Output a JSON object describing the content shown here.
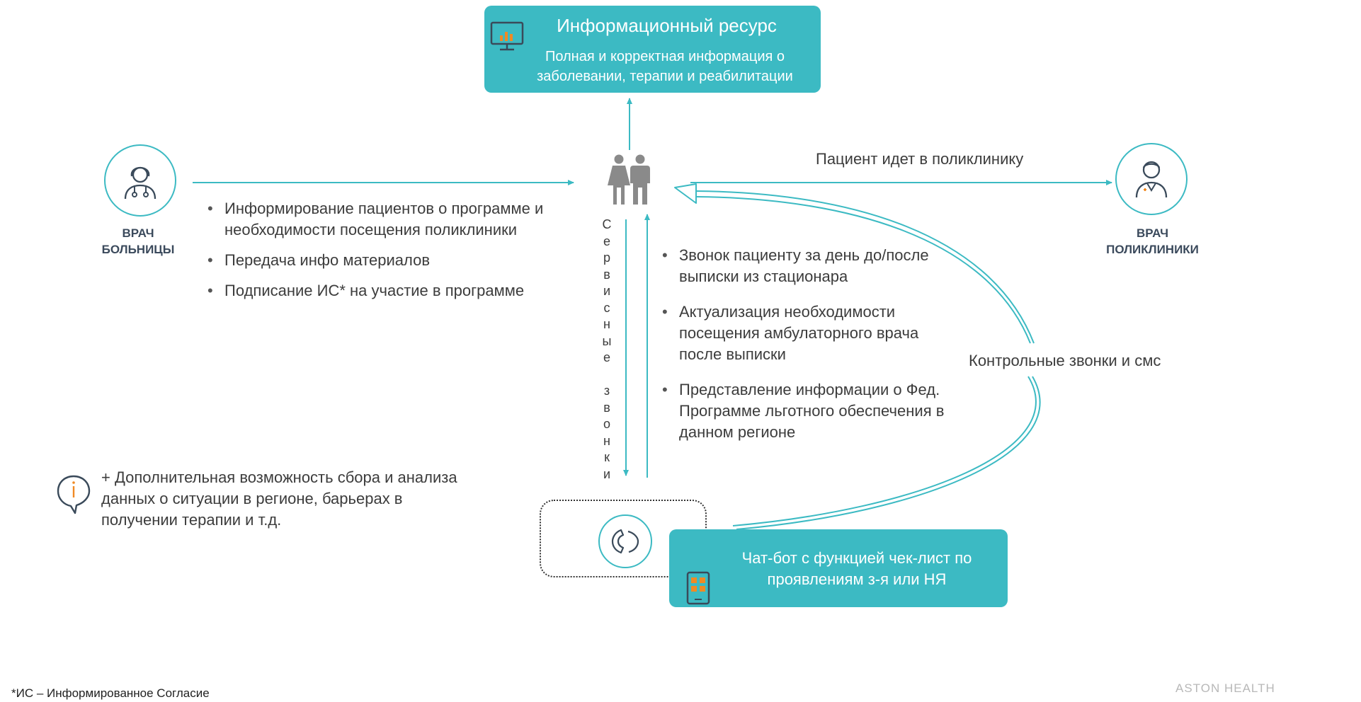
{
  "info_resource": {
    "title": "Информационный ресурс",
    "description": "Полная и корректная информация о заболевании, терапии и реабилитации",
    "icon": "monitor-chart-icon"
  },
  "hospital_doctor": {
    "label": "ВРАЧ БОЛЬНИЦЫ",
    "icon": "female-doctor-icon",
    "items": [
      "Информирование пациентов о программе и  необходимости посещения поликлиники",
      "Передача инфо материалов",
      "Подписание ИС* на участие в программе"
    ]
  },
  "patients": {
    "icon": "patients-couple-icon"
  },
  "clinic_doctor": {
    "label": "ВРАЧ ПОЛИКЛИНИКИ",
    "icon": "male-doctor-icon"
  },
  "patient_goes": "Пациент идет в поликлинику",
  "service_calls": "Сервисные звонки",
  "service_items": [
    "Звонок пациенту за день до/после выписки из стационара",
    "Актуализация необходимости посещения амбулаторного врача после выписки",
    "Представление информации о Фед. Программе льготного обеспечения в данном регионе"
  ],
  "control_calls": "Контрольные звонки и смс",
  "chatbot": {
    "text": "Чат-бот с функцией чек-лист по проявлениям з-я или НЯ",
    "icon": "mobile-app-icon"
  },
  "call_center_icon": "phone-icon",
  "note": {
    "icon": "info-bubble-icon",
    "text": "+ Дополнительная возможность сбора и анализа данных о ситуации в регионе, барьерах в получении терапии и т.д."
  },
  "footnote": "*ИС – Информированное Согласие",
  "brand": "ASTON HEALTH",
  "colors": {
    "accent": "#3cbac3",
    "text": "#3c3c3c",
    "label": "#3b4a5c",
    "person": "#8a8a8a",
    "orange": "#f08a24"
  }
}
